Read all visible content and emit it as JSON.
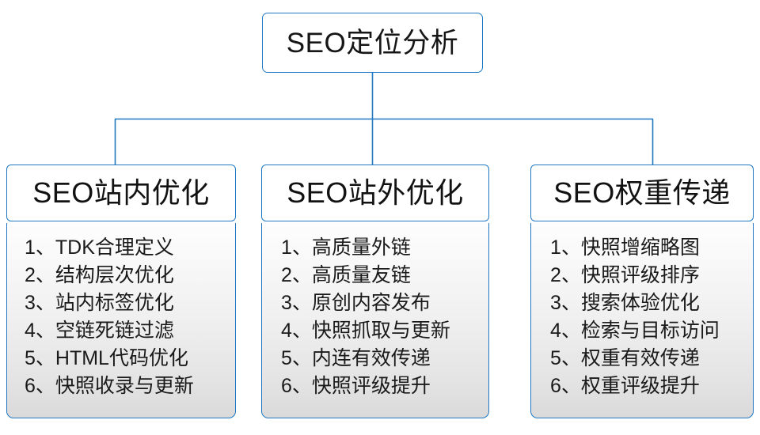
{
  "diagram": {
    "title": "SEO定位分析",
    "line_color": "#1f78c1",
    "text_color": "#161616",
    "body_gradient_top": "#fdfdfd",
    "body_gradient_bottom": "#dadada",
    "root": {
      "label": "SEO定位分析"
    },
    "branches": [
      {
        "header": "SEO站内优化",
        "items": [
          "1、TDK合理定义",
          "2、结构层次优化",
          "3、站内标签优化",
          "4、空链死链过滤",
          "5、HTML代码优化",
          "6、快照收录与更新"
        ]
      },
      {
        "header": "SEO站外优化",
        "items": [
          "1、高质量外链",
          "2、高质量友链",
          "3、原创内容发布",
          "4、快照抓取与更新",
          "5、内连有效传递",
          "6、快照评级提升"
        ]
      },
      {
        "header": "SEO权重传递",
        "items": [
          "1、快照增缩略图",
          "2、快照评级排序",
          "3、搜索体验优化",
          "4、检索与目标访问",
          "5、权重有效传递",
          "6、权重评级提升"
        ]
      }
    ]
  }
}
